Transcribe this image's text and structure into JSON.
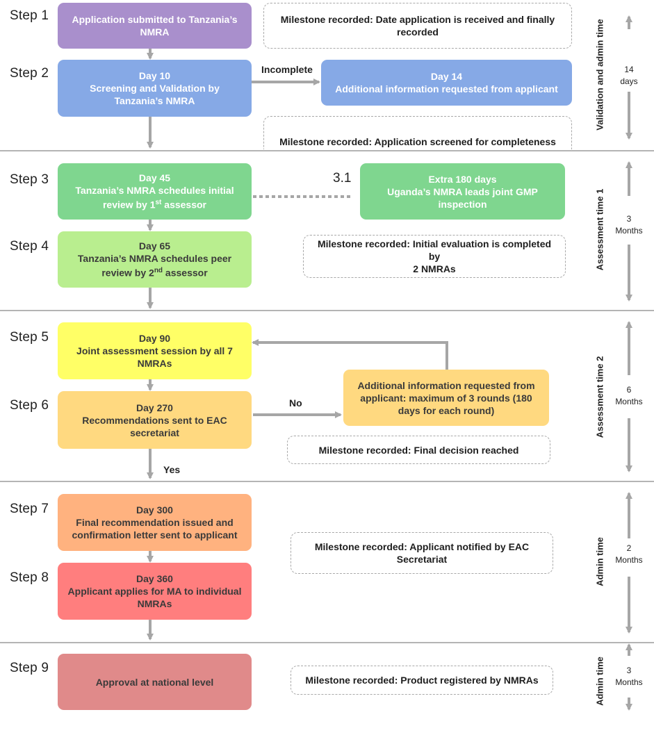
{
  "steps": [
    "Step 1",
    "Step 2",
    "Step 3",
    "Step 4",
    "Step 5",
    "Step 6",
    "Step 7",
    "Step 8",
    "Step 9"
  ],
  "boxes": {
    "s1": [
      "Application submitted to Tanzania’s",
      "NMRA"
    ],
    "s2": [
      "Day 10",
      "Screening and Validation by",
      "Tanzania’s NMRA"
    ],
    "s2b": [
      "Day 14",
      "Additional information requested from applicant"
    ],
    "s3": [
      "Day 45",
      "Tanzania’s NMRA schedules initial",
      "review by 1st assessor"
    ],
    "s31": [
      "Extra 180 days",
      "Uganda’s NMRA leads joint GMP",
      "inspection"
    ],
    "s4": [
      "Day 65",
      "Tanzania’s NMRA schedules peer",
      "review by 2nd assessor"
    ],
    "s5": [
      "Day 90",
      "Joint assessment session by all 7",
      "NMRAs"
    ],
    "s6": [
      "Day 270",
      "Recommendations sent to EAC",
      "secretariat"
    ],
    "s6b": [
      "Additional information requested from",
      "applicant: maximum of 3 rounds (180",
      "days for each round)"
    ],
    "s7": [
      "Day 300",
      "Final recommendation issued and",
      "confirmation letter sent to applicant"
    ],
    "s8": [
      "Day 360",
      "Applicant applies for MA to individual",
      "NMRAs"
    ],
    "s9": [
      "Approval at national level"
    ]
  },
  "step31_label": "3.1",
  "milestones": {
    "m1": [
      "Milestone recorded: Date application is received and finally",
      "recorded"
    ],
    "m2": [
      "Milestone recorded: Application screened for completeness"
    ],
    "m3": [
      "Milestone recorded: Initial evaluation is completed by",
      "2 NMRAs"
    ],
    "m4": [
      "Milestone recorded: Final decision reached"
    ],
    "m5": [
      "Milestone recorded: Applicant notified by EAC",
      "Secretariat"
    ],
    "m6": [
      "Milestone recorded: Product registered by NMRAs"
    ]
  },
  "flow_labels": {
    "incomplete": "Incomplete",
    "no": "No",
    "yes": "Yes"
  },
  "phases": [
    {
      "label": "Validation and admin time",
      "duration": [
        "14",
        "days"
      ]
    },
    {
      "label": "Assessment time 1",
      "duration": [
        "3",
        "Months"
      ]
    },
    {
      "label": "Assessment time 2",
      "duration": [
        "6",
        "Months"
      ]
    },
    {
      "label": "Admin time",
      "duration": [
        "2",
        "Months"
      ]
    },
    {
      "label": "Admin time",
      "duration": [
        "3",
        "Months"
      ]
    }
  ],
  "colors": {
    "step1": "#a98fcc",
    "step2": "#86a9e6",
    "step3": "#7fd68f",
    "step4": "#b9ee8f",
    "step5": "#ffff66",
    "step6": "#ffd980",
    "step7": "#ffb27f",
    "step8": "#ff7e7e",
    "step9": "#e08a8a",
    "arrow": "#a6a6a6",
    "divider": "#b4b4b4"
  }
}
